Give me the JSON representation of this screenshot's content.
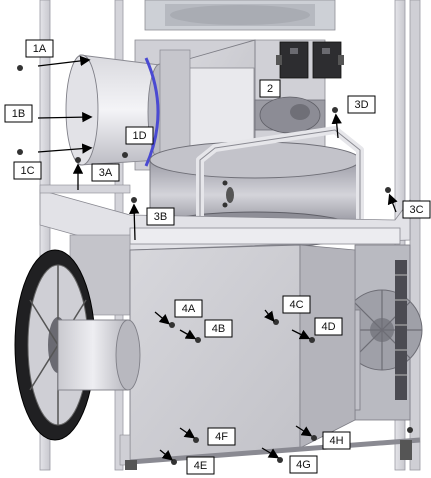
{
  "diagram": {
    "callouts": [
      {
        "id": "c1A",
        "label": "1A"
      },
      {
        "id": "c1B",
        "label": "1B"
      },
      {
        "id": "c1C",
        "label": "1C"
      },
      {
        "id": "c1D",
        "label": "1D"
      },
      {
        "id": "c2",
        "label": "2"
      },
      {
        "id": "c3A",
        "label": "3A"
      },
      {
        "id": "c3B",
        "label": "3B"
      },
      {
        "id": "c3C",
        "label": "3C"
      },
      {
        "id": "c3D",
        "label": "3D"
      },
      {
        "id": "c4A",
        "label": "4A"
      },
      {
        "id": "c4B",
        "label": "4B"
      },
      {
        "id": "c4C",
        "label": "4C"
      },
      {
        "id": "c4D",
        "label": "4D"
      },
      {
        "id": "c4E",
        "label": "4E"
      },
      {
        "id": "c4F",
        "label": "4F"
      },
      {
        "id": "c4G",
        "label": "4G"
      },
      {
        "id": "c4H",
        "label": "4H"
      }
    ]
  }
}
